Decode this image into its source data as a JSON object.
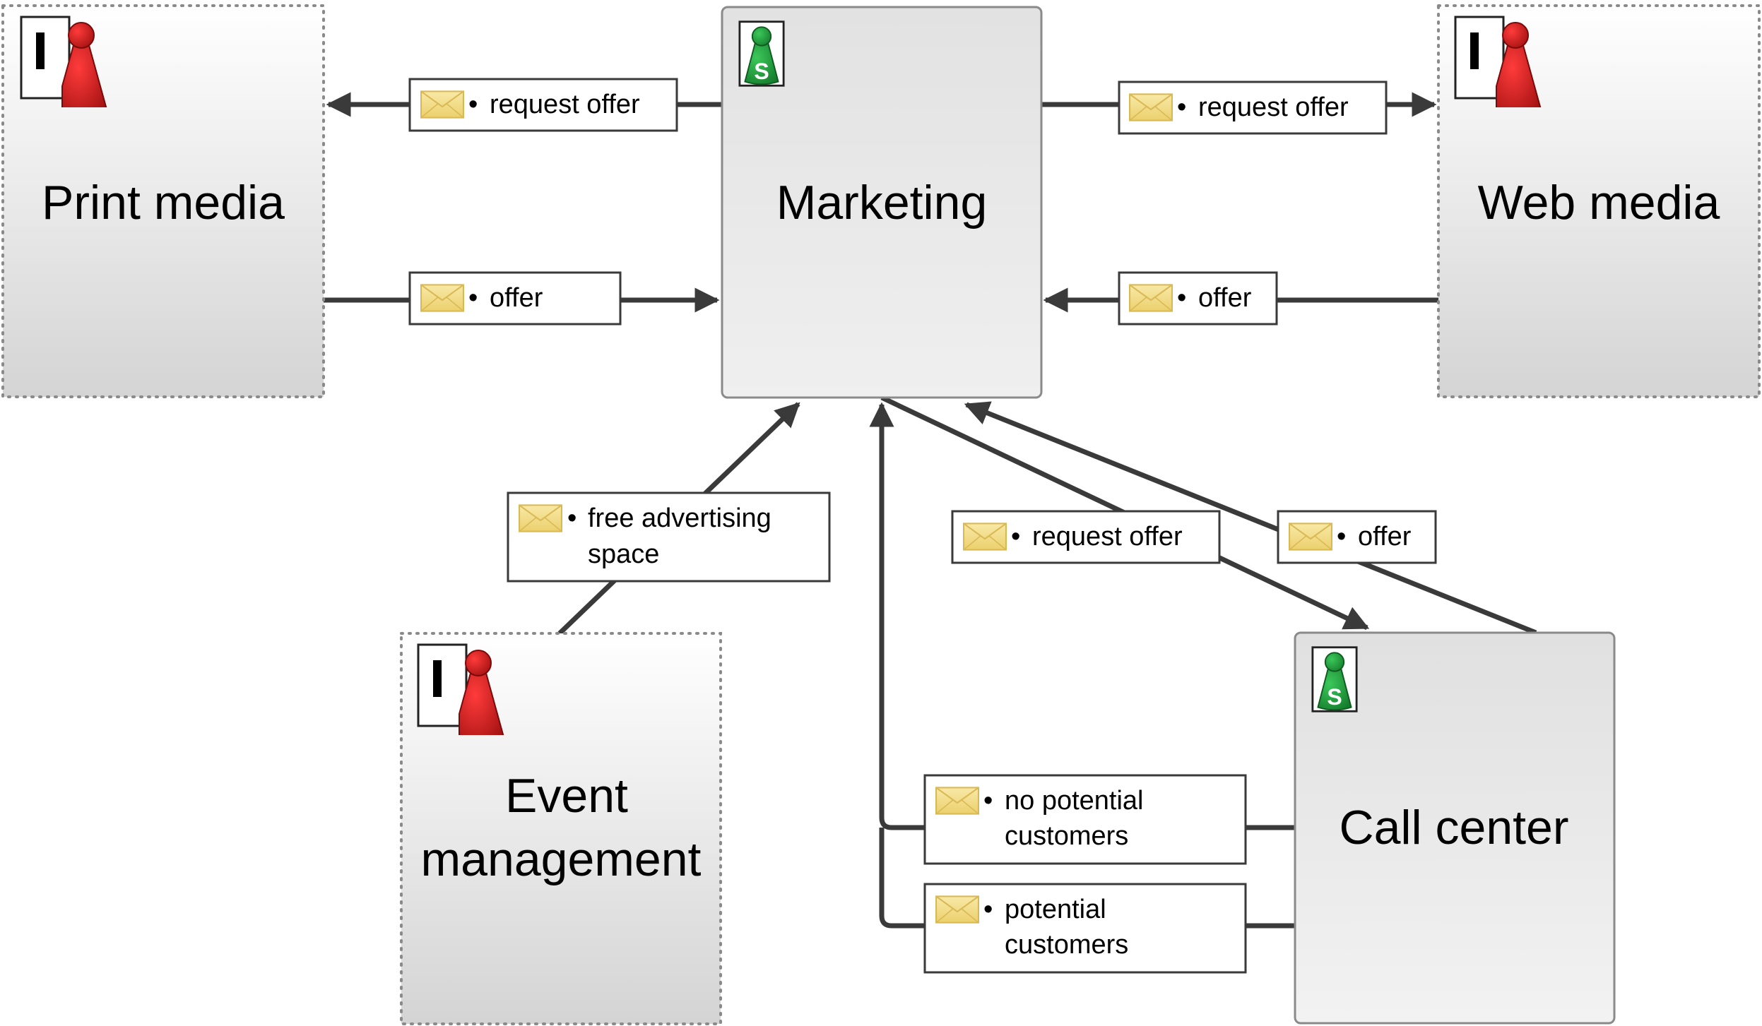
{
  "subjects": {
    "print_media": {
      "title_lines": [
        "Print media"
      ],
      "kind": "interface",
      "icon": "interface-subject-icon"
    },
    "marketing": {
      "title_lines": [
        "Marketing"
      ],
      "kind": "subject",
      "icon": "subject-s-icon",
      "icon_letter": "S"
    },
    "web_media": {
      "title_lines": [
        "Web media"
      ],
      "kind": "interface",
      "icon": "interface-subject-icon"
    },
    "event_management": {
      "title_lines": [
        "Event",
        "management"
      ],
      "kind": "interface",
      "icon": "interface-subject-icon"
    },
    "call_center": {
      "title_lines": [
        "Call center"
      ],
      "kind": "subject",
      "icon": "subject-s-icon",
      "icon_letter": "S"
    }
  },
  "interface_icon_letter": "I",
  "messages": {
    "marketing_to_print": {
      "lines": [
        "request offer"
      ],
      "from": "Marketing",
      "to": "Print media"
    },
    "print_to_marketing": {
      "lines": [
        "offer"
      ],
      "from": "Print media",
      "to": "Marketing"
    },
    "marketing_to_web": {
      "lines": [
        "request offer"
      ],
      "from": "Marketing",
      "to": "Web media"
    },
    "web_to_marketing": {
      "lines": [
        "offer"
      ],
      "from": "Web media",
      "to": "Marketing"
    },
    "event_to_marketing": {
      "lines": [
        "free advertising",
        "space"
      ],
      "from": "Event management",
      "to": "Marketing"
    },
    "marketing_to_callcenter": {
      "lines": [
        "request offer"
      ],
      "from": "Marketing",
      "to": "Call center"
    },
    "callcenter_to_marketing_offer": {
      "lines": [
        "offer"
      ],
      "from": "Call center",
      "to": "Marketing"
    },
    "callcenter_no_potential": {
      "lines": [
        "no potential",
        "customers"
      ],
      "from": "Call center",
      "to": "Marketing"
    },
    "callcenter_potential": {
      "lines": [
        "potential",
        "customers"
      ],
      "from": "Call center",
      "to": "Marketing"
    }
  },
  "bullet": "•",
  "colors": {
    "interface_fill_top": "#ffffff",
    "interface_fill_bottom": "#d6d6d6",
    "subject_fill": "#e6e6e6",
    "edge": "#3a3a3a",
    "envelope": "#f3dc8a",
    "figure_red": "#c21b1b",
    "figure_green": "#1f9a3a"
  }
}
